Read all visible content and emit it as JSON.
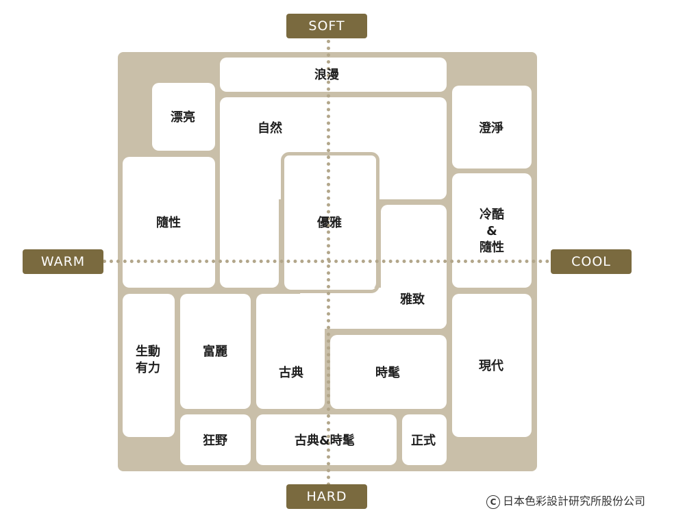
{
  "axes": {
    "top": "SOFT",
    "bottom": "HARD",
    "left": "WARM",
    "right": "COOL"
  },
  "cells": {
    "langman": "浪漫",
    "piaoliang": "漂亮",
    "ziran": "自然",
    "chengjing": "澄淨",
    "suixing_left": "隨性",
    "youya": "優雅",
    "lengku": "冷酷",
    "amp": "&",
    "suixing_right": "隨性",
    "yazhi": "雅致",
    "shengdong_1": "生動",
    "shengdong_2": "有力",
    "fuli": "富麗",
    "gudian": "古典",
    "shimao": "時髦",
    "xiandai": "現代",
    "kuangye": "狂野",
    "gudian_shimao": "古典&時髦",
    "zhengshi": "正式"
  },
  "copyright": {
    "symbol": "C",
    "text": "日本色彩設計研究所股份公司"
  },
  "colors": {
    "board": "#c9bfa9",
    "axis_label_bg": "#7a6a3f",
    "cell": "#ffffff",
    "dots": "#b2a68a"
  }
}
